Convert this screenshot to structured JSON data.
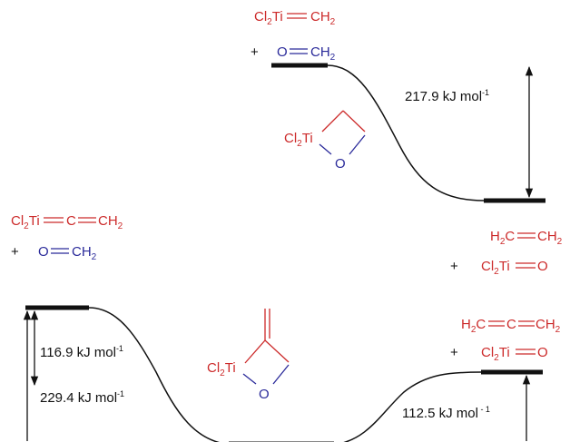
{
  "colors": {
    "red": "#cc2a2a",
    "blue": "#2a2a9a",
    "black": "#111111"
  },
  "upper": {
    "reactant_ti": {
      "a": "Cl",
      "sub": "2",
      "b": "Ti",
      "c": "CH",
      "csub": "2"
    },
    "plus": "+",
    "reactant_o": {
      "a": "O",
      "b": "CH",
      "bsub": "2"
    },
    "ring": {
      "ti": "Cl",
      "tisub": "2",
      "tib": "Ti",
      "o": "O"
    },
    "energy": {
      "value": "217.9 kJ mol",
      "sup": "-1"
    },
    "product_1": {
      "a": "H",
      "asub": "2",
      "b": "C",
      "c": "CH",
      "csub": "2"
    },
    "product_plus": "+",
    "product_2": {
      "a": "Cl",
      "asub": "2",
      "b": "Ti",
      "c": "O"
    }
  },
  "lower": {
    "reactant_ti": {
      "a": "Cl",
      "sub": "2",
      "b": "Ti",
      "c": "C",
      "d": "CH",
      "dsub": "2"
    },
    "plus": "+",
    "reactant_o": {
      "a": "O",
      "b": "CH",
      "bsub": "2"
    },
    "ring": {
      "ti": "Cl",
      "tisub": "2",
      "tib": "Ti",
      "o": "O"
    },
    "energy_1": {
      "value": "116.9 kJ mol",
      "sup": "-1"
    },
    "energy_2": {
      "value": "229.4 kJ mol",
      "sup": "-1"
    },
    "energy_3": {
      "value": "112.5 kJ mol",
      "sup": " - 1"
    },
    "product_1": {
      "a": "H",
      "asub": "2",
      "b": "C",
      "c": "C",
      "d": "CH",
      "dsub": "2"
    },
    "product_plus": "+",
    "product_2": {
      "a": "Cl",
      "asub": "2",
      "b": "Ti",
      "c": "O"
    }
  }
}
